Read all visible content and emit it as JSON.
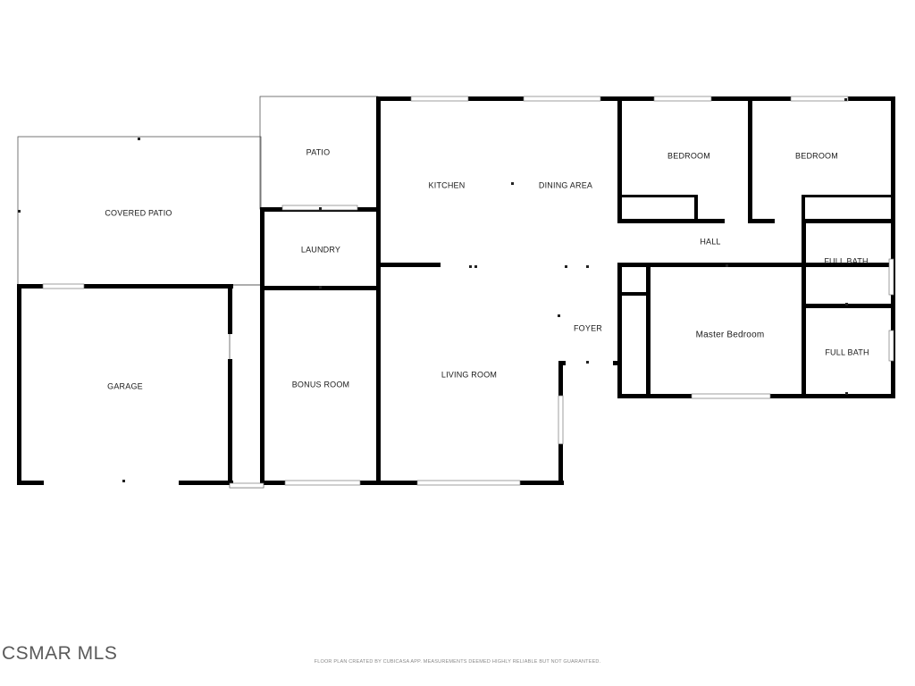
{
  "rooms": {
    "covered_patio": "COVERED PATIO",
    "patio": "PATIO",
    "kitchen": "KITCHEN",
    "dining_area": "DINING AREA",
    "bedroom_1": "BEDROOM",
    "bedroom_2": "BEDROOM",
    "hall": "HALL",
    "laundry": "LAUNDRY",
    "full_bath_1": "FULL BATH",
    "foyer": "FOYER",
    "master_bedroom": "Master Bedroom",
    "full_bath_2": "FULL BATH",
    "garage": "GARAGE",
    "bonus_room": "BONUS ROOM",
    "living_room": "LIVING ROOM"
  },
  "watermark": "CSMAR MLS",
  "disclaimer": "FLOOR PLAN CREATED BY CUBICASA APP. MEASUREMENTS DEEMED HIGHLY RELIABLE BUT NOT GUARANTEED."
}
